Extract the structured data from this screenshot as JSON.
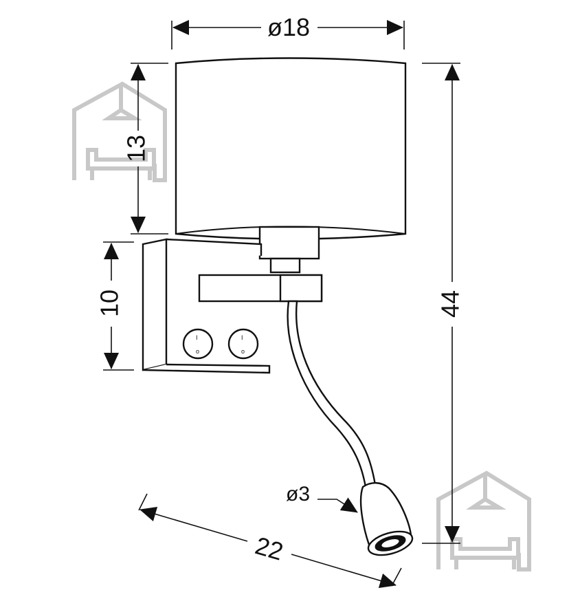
{
  "dimensions": {
    "shade_diameter": "ø18",
    "shade_height": "13",
    "base_height": "10",
    "total_height": "44",
    "reach": "22",
    "led_diameter": "ø3"
  },
  "switches": {
    "on_symbol": "I",
    "off_symbol": "o"
  },
  "watermark_icon": "house-lamp-sofa-logo-icon"
}
